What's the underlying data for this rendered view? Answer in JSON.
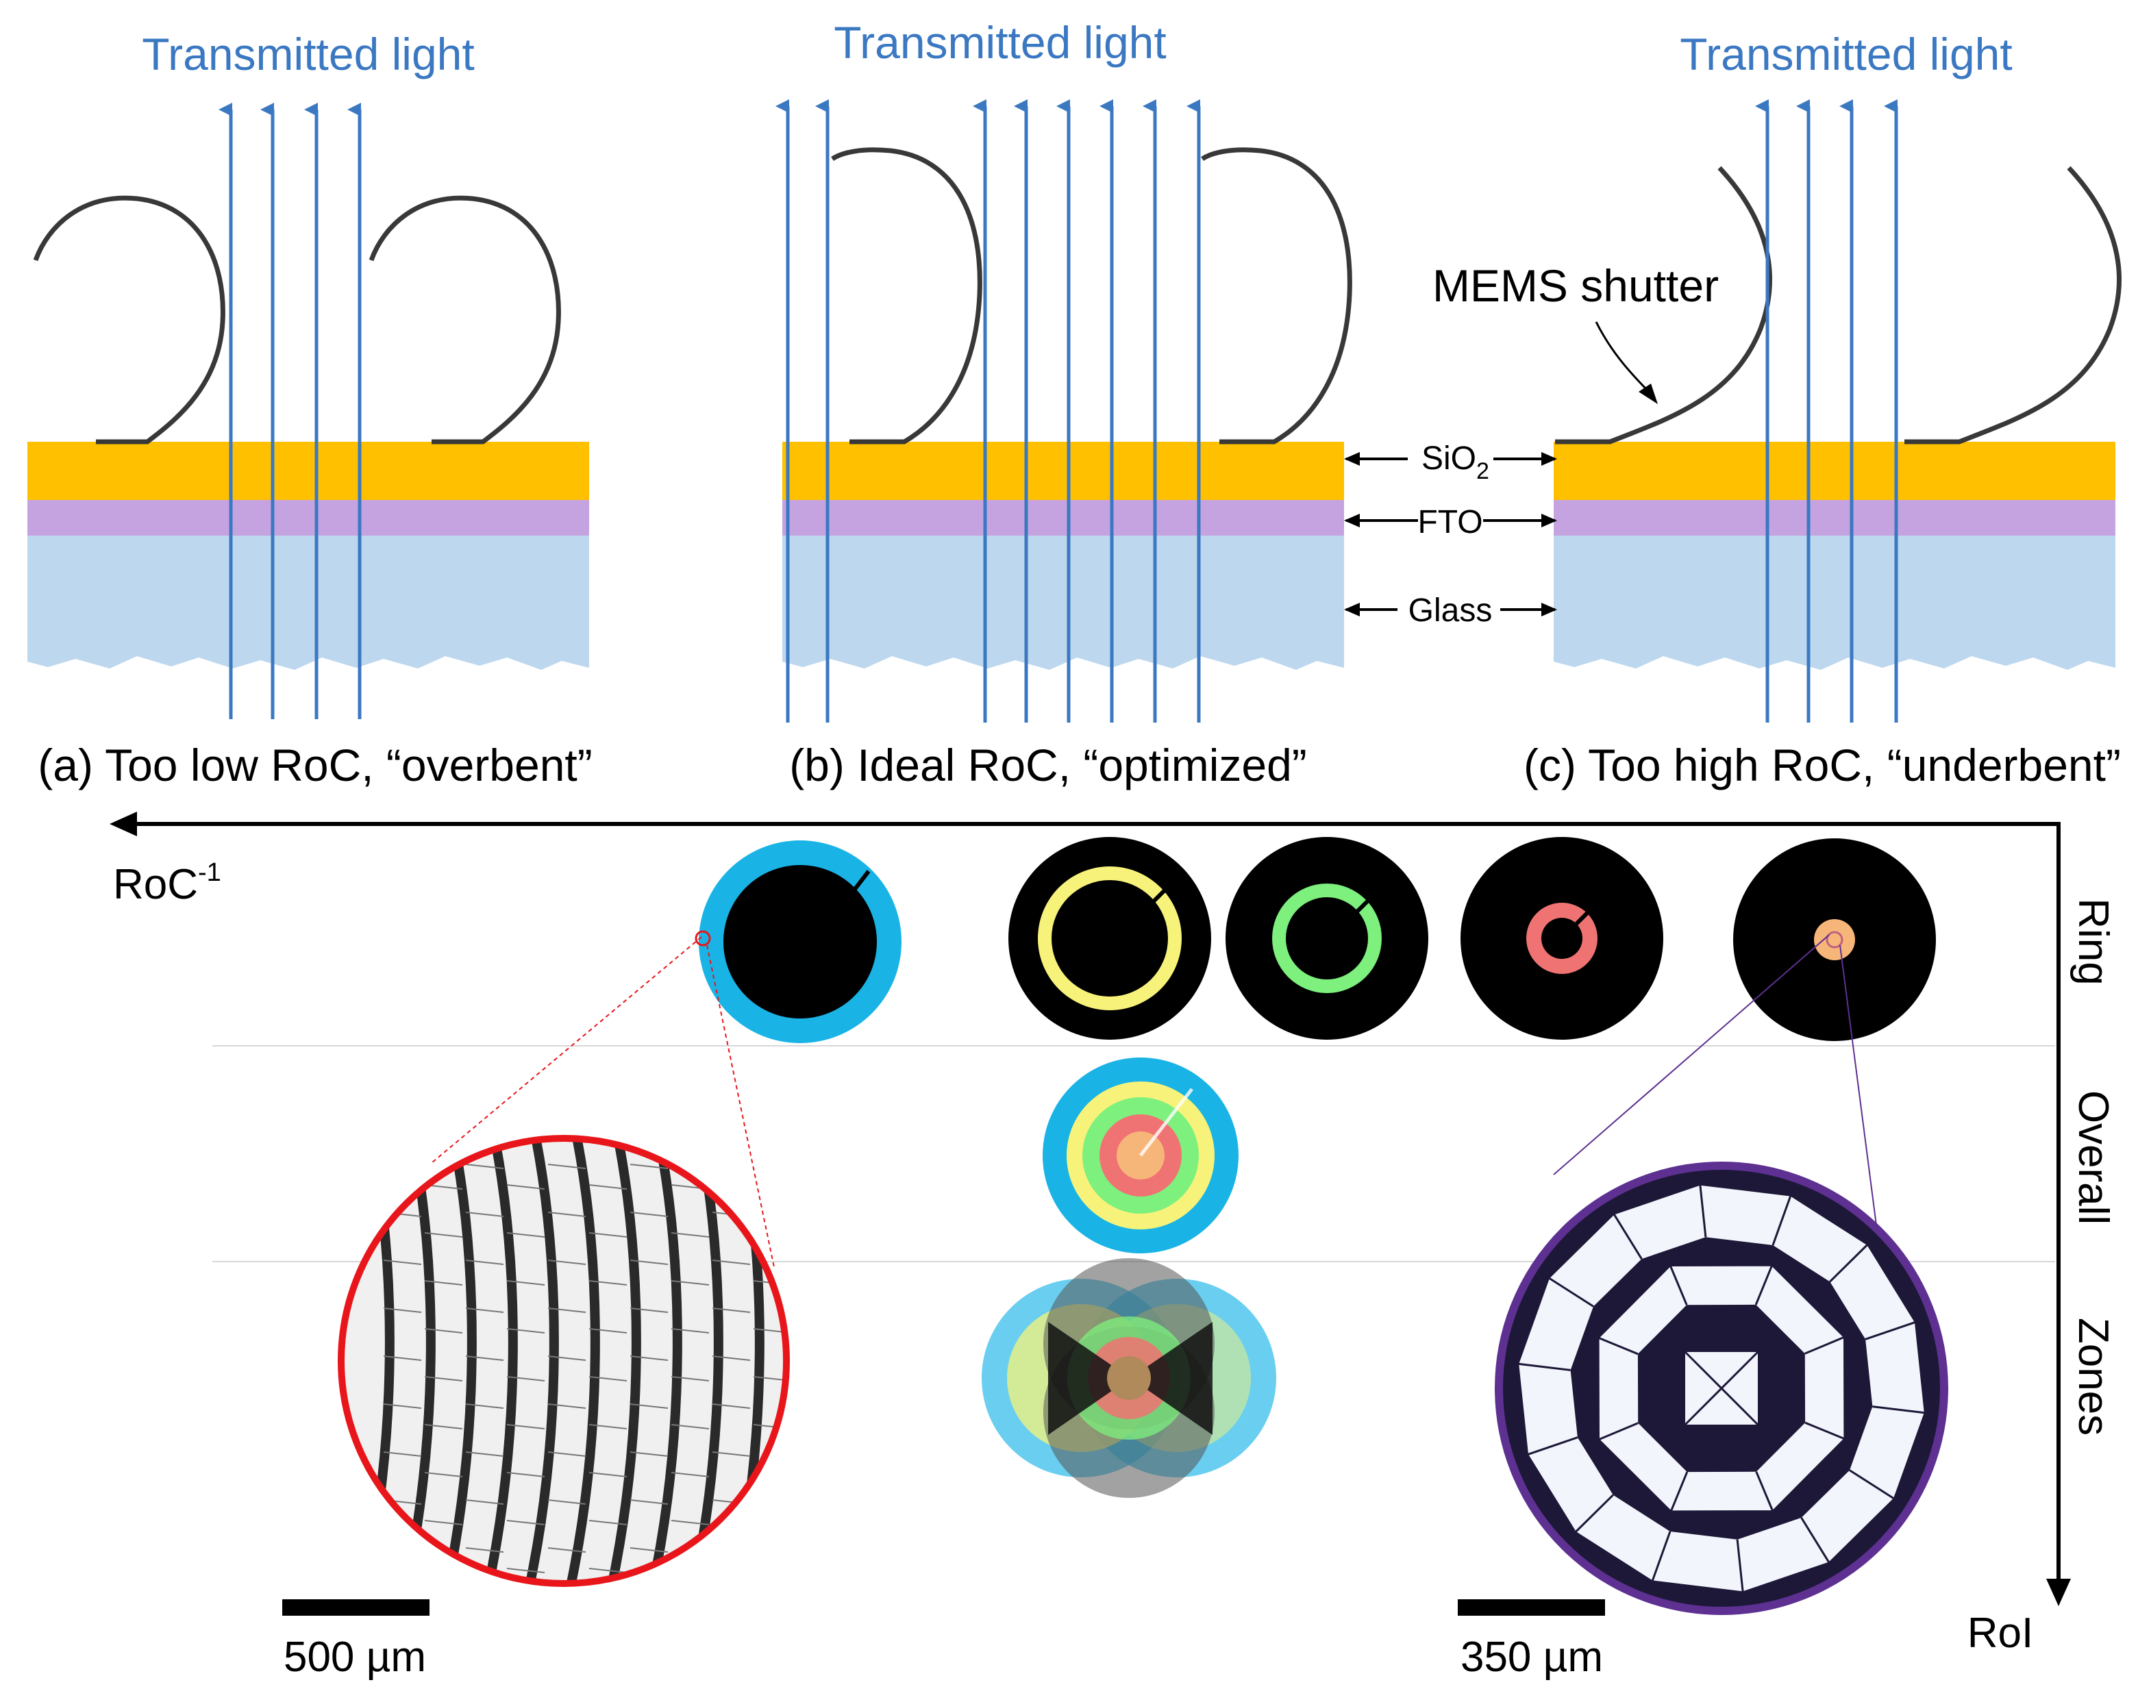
{
  "top_panels": {
    "transmitted_light_label": "Transmitted light",
    "caption_a": "(a) Too low RoC, “overbent”",
    "caption_b": "(b) Ideal RoC, “optimized”",
    "caption_c": "(c) Too high RoC, “underbent”",
    "mems_label": "MEMS shutter"
  },
  "layers": {
    "sio2_base": "SiO",
    "sio2_sub": "2",
    "fto": "FTO",
    "glass": "Glass"
  },
  "axes": {
    "x_label_base": "RoC",
    "x_label_sup": "-1",
    "y_label": "RoI"
  },
  "rows": {
    "ring": "Ring",
    "overall": "Overall",
    "zones": "Zones"
  },
  "scale_bars": {
    "left": "500 µm",
    "right": "350 µm"
  },
  "colors": {
    "sio2": "#ffc000",
    "fto": "#c4a3e0",
    "glass": "#bdd7ee",
    "light_arrow": "#3b78c2",
    "ring_cyan": "#19b3e6",
    "ring_yellow": "#f7f37a",
    "ring_green": "#7df07d",
    "ring_red": "#f07373",
    "ring_peach": "#f7b679",
    "zoom_red": "#e8161b",
    "zoom_purple": "#5d3091",
    "shutter_dark": "#1d1838"
  },
  "icons": [
    "up-arrow-icon",
    "double-arrow-icon",
    "down-arrow-icon",
    "left-arrow-icon"
  ]
}
